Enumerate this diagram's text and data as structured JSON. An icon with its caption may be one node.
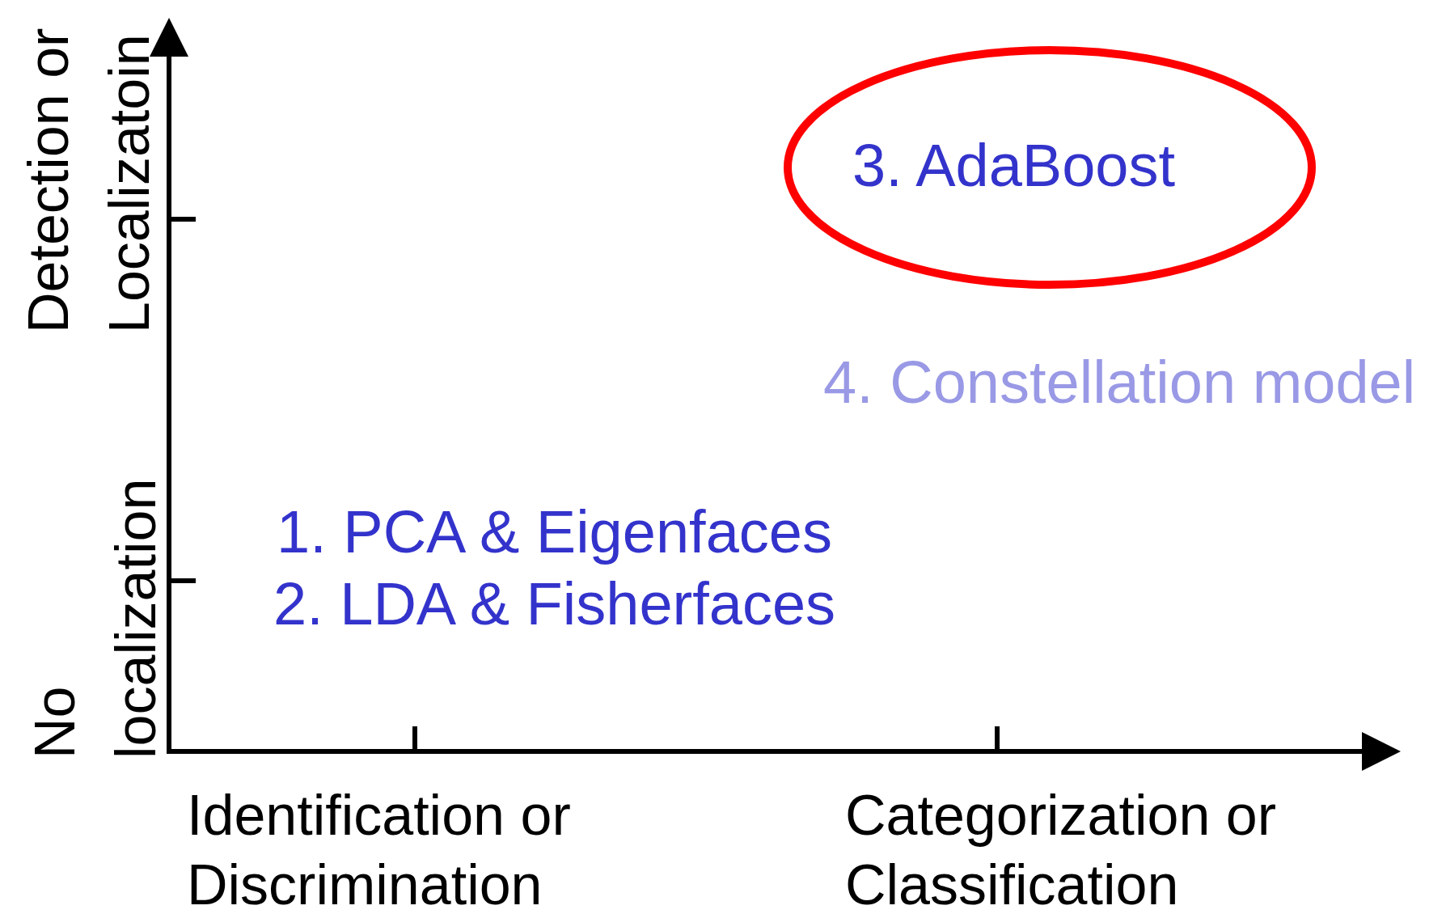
{
  "diagram": {
    "nodes": [
      {
        "text": [
          "3. AdaBoost"
        ]
      }
    ],
    "labels": [
      "Detection or Localizatoin",
      "No localization",
      "4. Constellation model",
      "1. PCA & Eigenfaces",
      "2. LDA & Fisherfaces",
      "Identification or Discrimination",
      "Categorization or Classification"
    ]
  }
}
